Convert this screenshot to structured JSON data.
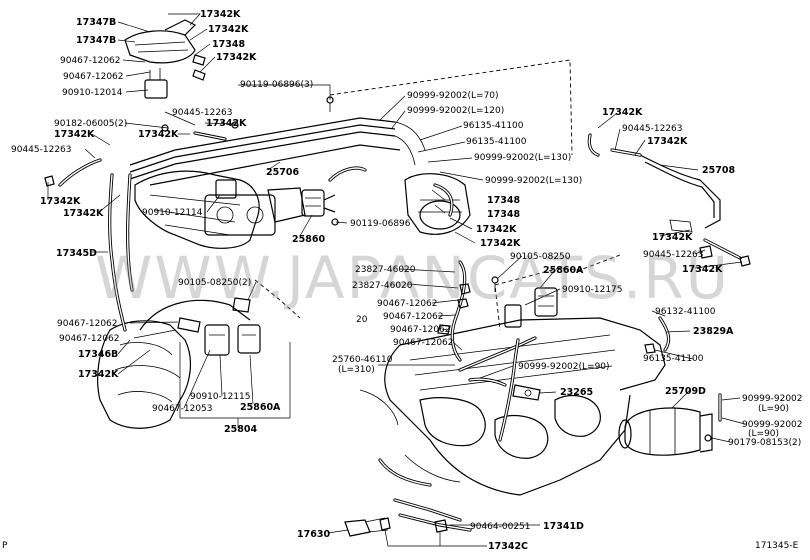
{
  "watermark": "WWW.JAPANCATS.RU",
  "page_code": "171345-E",
  "corner_mark": "P",
  "callouts": [
    {
      "id": "c1",
      "text": "17347B"
    },
    {
      "id": "c2",
      "text": "17342K"
    },
    {
      "id": "c3",
      "text": "17342K"
    },
    {
      "id": "c4",
      "text": "17347B"
    },
    {
      "id": "c5",
      "text": "17348"
    },
    {
      "id": "c6",
      "text": "90467-12062"
    },
    {
      "id": "c7",
      "text": "17342K"
    },
    {
      "id": "c8",
      "text": "90467-12062"
    },
    {
      "id": "c9",
      "text": "90119-06896(3)"
    },
    {
      "id": "c10",
      "text": "90910-12014"
    },
    {
      "id": "c11",
      "text": "90445-12263"
    },
    {
      "id": "c12",
      "text": "90182-06005(2)"
    },
    {
      "id": "c13",
      "text": "17342K"
    },
    {
      "id": "c14",
      "text": "17342K"
    },
    {
      "id": "c15",
      "text": "17342K"
    },
    {
      "id": "c16",
      "text": "90445-12263"
    },
    {
      "id": "c17",
      "text": "90999-92002(L=70)"
    },
    {
      "id": "c18",
      "text": "90999-92002(L=120)"
    },
    {
      "id": "c19",
      "text": "96135-41100"
    },
    {
      "id": "c20",
      "text": "96135-41100"
    },
    {
      "id": "c21",
      "text": "90999-92002(L=130)"
    },
    {
      "id": "c22",
      "text": "90999-92002(L=130)"
    },
    {
      "id": "c23",
      "text": "17342K"
    },
    {
      "id": "c24",
      "text": "90445-12263"
    },
    {
      "id": "c25",
      "text": "17342K"
    },
    {
      "id": "c26",
      "text": "25708"
    },
    {
      "id": "c27",
      "text": "25706"
    },
    {
      "id": "c28",
      "text": "17342K"
    },
    {
      "id": "c29",
      "text": "17342K"
    },
    {
      "id": "c30",
      "text": "90910-12114"
    },
    {
      "id": "c31",
      "text": "17348"
    },
    {
      "id": "c32",
      "text": "17348"
    },
    {
      "id": "c33",
      "text": "17342K"
    },
    {
      "id": "c34",
      "text": "17342K"
    },
    {
      "id": "c35",
      "text": "25860"
    },
    {
      "id": "c36",
      "text": "90119-06896"
    },
    {
      "id": "c37",
      "text": "17342K"
    },
    {
      "id": "c38",
      "text": "17345D"
    },
    {
      "id": "c39",
      "text": "23827-46020"
    },
    {
      "id": "c40",
      "text": "90105-08250"
    },
    {
      "id": "c41",
      "text": "25860A"
    },
    {
      "id": "c42",
      "text": "90445-12263"
    },
    {
      "id": "c43",
      "text": "17342K"
    },
    {
      "id": "c44",
      "text": "90105-08250(2)"
    },
    {
      "id": "c45",
      "text": "23827-46020"
    },
    {
      "id": "c46",
      "text": "90910-12175"
    },
    {
      "id": "c47",
      "text": "90467-12062"
    },
    {
      "id": "c48",
      "text": "90467-12062"
    },
    {
      "id": "c49",
      "text": "96132-41100"
    },
    {
      "id": "c50",
      "text": "90467-12062"
    },
    {
      "id": "c51",
      "text": "90467-12062"
    },
    {
      "id": "c52",
      "text": "23829A"
    },
    {
      "id": "c53",
      "text": "90467-12062"
    },
    {
      "id": "c54",
      "text": "90467-12062"
    },
    {
      "id": "c55",
      "text": "96135-41100"
    },
    {
      "id": "c56",
      "text": "17346B"
    },
    {
      "id": "c57",
      "text": "25760-46110"
    },
    {
      "id": "c58",
      "text": "(L=310)"
    },
    {
      "id": "c59",
      "text": "90999-92002(L=90)"
    },
    {
      "id": "c60",
      "text": "17342K"
    },
    {
      "id": "c61",
      "text": "23265"
    },
    {
      "id": "c62",
      "text": "25709D"
    },
    {
      "id": "c63",
      "text": "90910-12115"
    },
    {
      "id": "c64",
      "text": "90999-92002"
    },
    {
      "id": "c65",
      "text": "(L=90)"
    },
    {
      "id": "c66",
      "text": "90467-12053"
    },
    {
      "id": "c67",
      "text": "25860A"
    },
    {
      "id": "c68",
      "text": "90999-92002"
    },
    {
      "id": "c69",
      "text": "(L=90)"
    },
    {
      "id": "c70",
      "text": "25804"
    },
    {
      "id": "c71",
      "text": "90179-08153(2)"
    },
    {
      "id": "c72",
      "text": "90464-00251"
    },
    {
      "id": "c73",
      "text": "17341D"
    },
    {
      "id": "c74",
      "text": "17630"
    },
    {
      "id": "c75",
      "text": "17342C"
    },
    {
      "id": "c76",
      "text": "20"
    }
  ]
}
